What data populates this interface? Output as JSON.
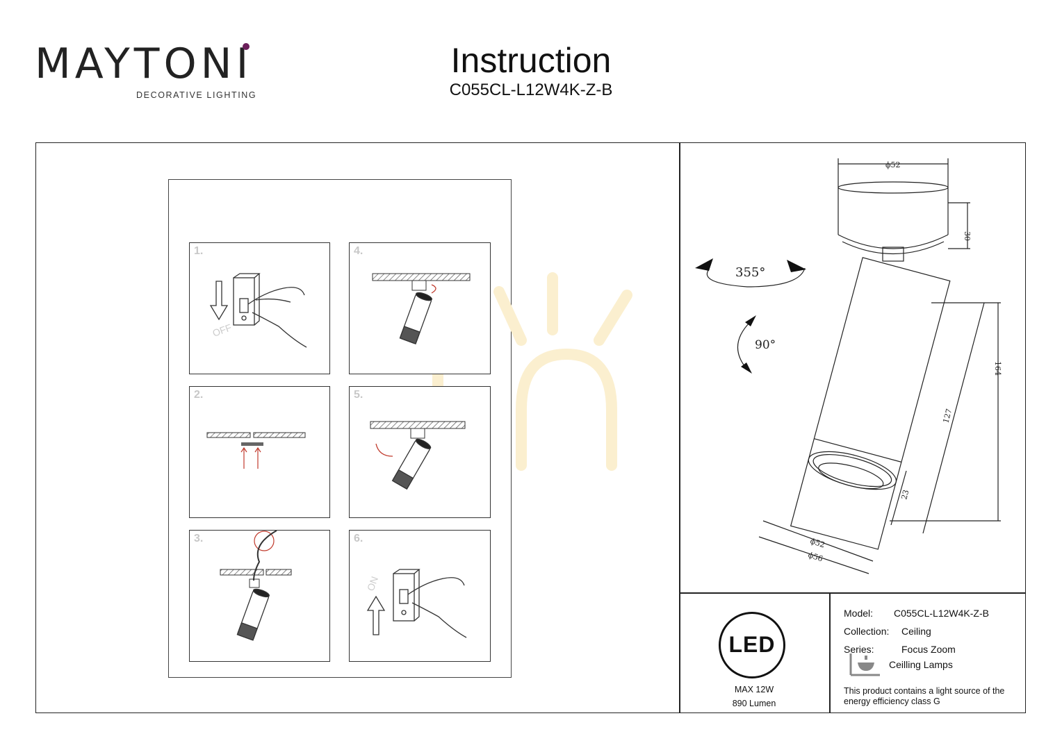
{
  "brand": {
    "name": "MAYTONI",
    "tagline": "DECORATIVE LIGHTING",
    "accent_color": "#6b1f5a"
  },
  "header": {
    "title": "Instruction",
    "model_code": "C055CL-L12W4K-Z-B"
  },
  "steps": [
    {
      "number": "1.",
      "icon": "switch-off-icon",
      "arrow_label": "OFF"
    },
    {
      "number": "2.",
      "icon": "ceiling-mount-icon"
    },
    {
      "number": "3.",
      "icon": "wiring-icon"
    },
    {
      "number": "4.",
      "icon": "rotate-lamp-icon"
    },
    {
      "number": "5.",
      "icon": "tilt-lamp-icon"
    },
    {
      "number": "6.",
      "icon": "switch-on-icon",
      "arrow_label": "ON"
    }
  ],
  "drawing": {
    "dimensions": {
      "top_diameter": "ϕ52",
      "base_height": "30",
      "rotation": "355°",
      "tilt": "90°",
      "total_length": "164",
      "body_length": "127",
      "ring_height": "23",
      "inner_diameter": "ϕ52",
      "outer_diameter": "ϕ56"
    }
  },
  "specs": {
    "led_label": "LED",
    "power": "MAX 12W",
    "lumen": "890 Lumen"
  },
  "info": {
    "model_label": "Model:",
    "model_value": "C055CL-L12W4K-Z-B",
    "collection_label": "Collection:",
    "collection_value": "Ceiling",
    "series_label": "Series:",
    "series_value": "Focus Zoom",
    "category_value": "Ceilling Lamps",
    "category_icon": "ceiling-lamp-icon",
    "energy_note": "This product contains a light source of the energy efficiency class G"
  }
}
